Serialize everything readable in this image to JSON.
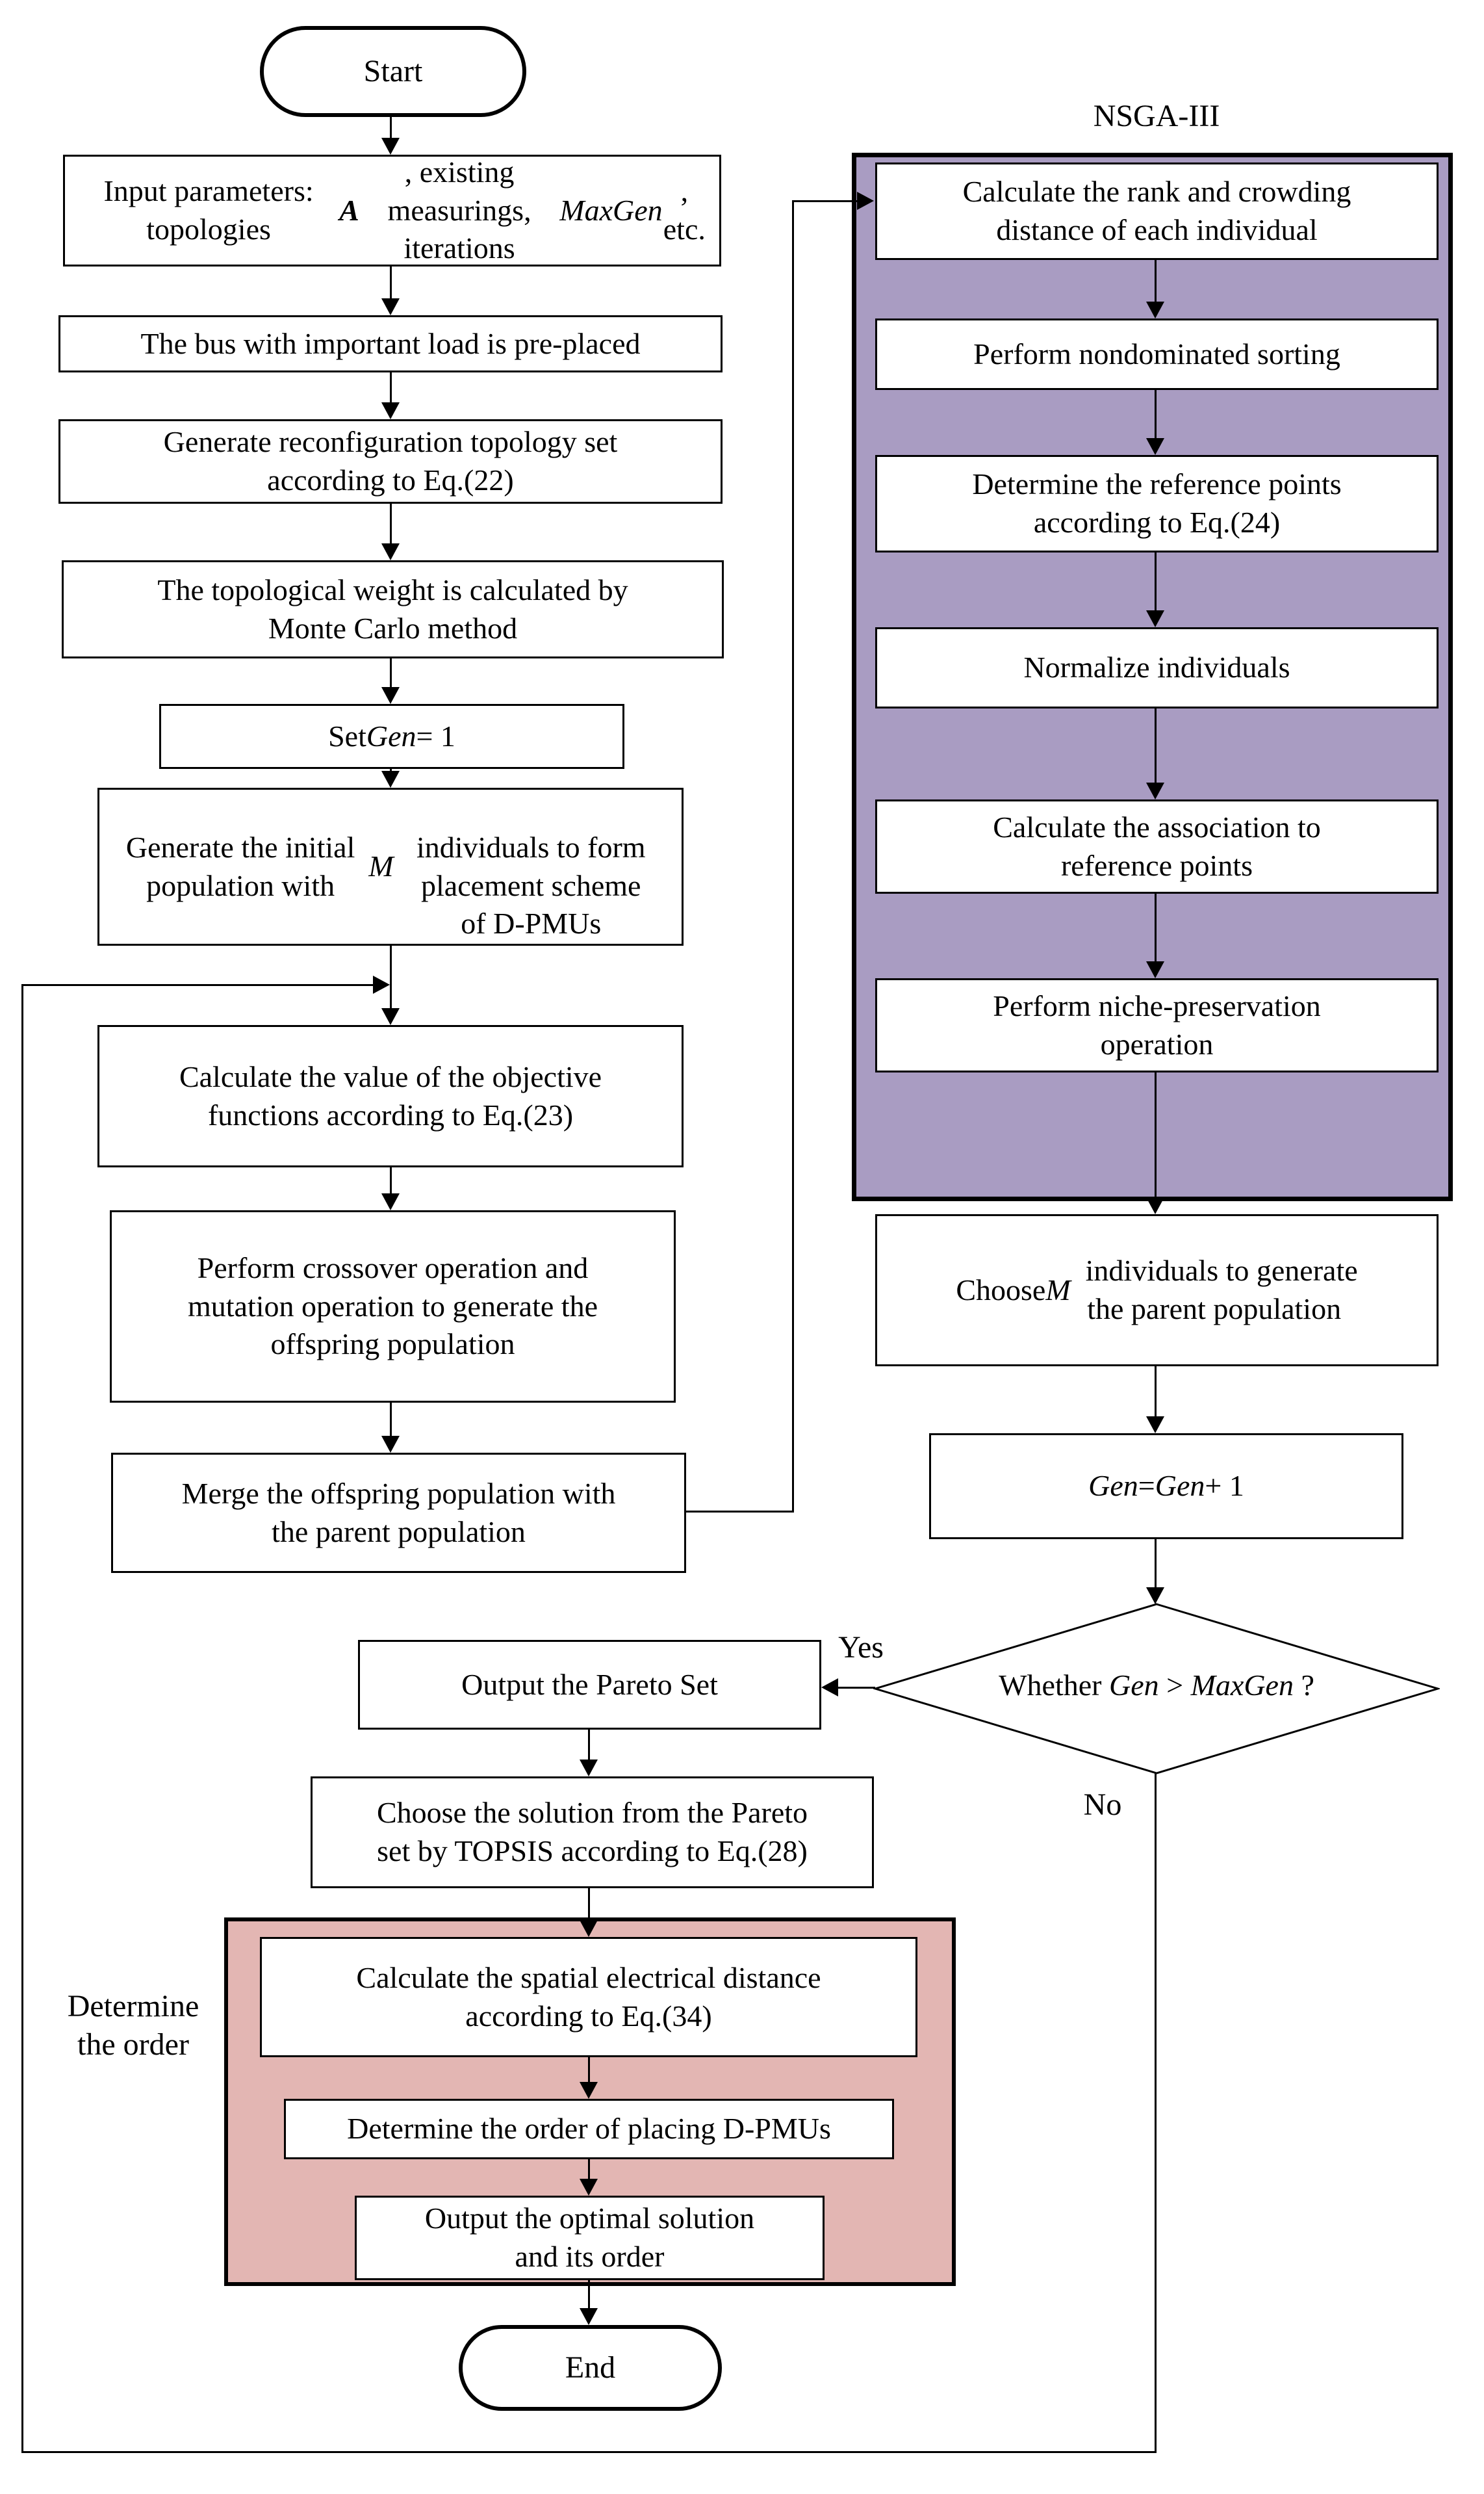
{
  "palette": {
    "purple": "#a99cc2",
    "pink": "#e3b6b3",
    "line": "#000000",
    "boxfill": "#ffffff"
  },
  "nodes": {
    "start": "Start",
    "input": [
      {
        "text": "Input parameters: topologies "
      },
      {
        "text": "A",
        "style": "bi"
      },
      {
        "text": ", existing\nmeasurings, iterations "
      },
      {
        "text": "MaxGen",
        "style": "i"
      },
      {
        "text": ", etc."
      }
    ],
    "bus": "The bus with important load is pre-placed",
    "topology": "Generate reconfiguration topology set\naccording to Eq.(22)",
    "monte": "The topological weight is calculated by\nMonte Carlo method",
    "setgen": [
      {
        "text": "Set "
      },
      {
        "text": "Gen",
        "style": "i"
      },
      {
        "text": " = 1"
      }
    ],
    "initpop": [
      {
        "text": "Generate the initial population with "
      },
      {
        "text": "M",
        "style": "i"
      },
      {
        "text": "\nindividuals to form placement scheme\nof D-PMUs"
      }
    ],
    "objective": "Calculate the value of the objective\nfunctions according to Eq.(23)",
    "crossover": "Perform crossover operation and\nmutation operation to generate the\noffspring population",
    "merge": "Merge the offspring population with\nthe parent population",
    "nsga_title": "NSGA-III",
    "nsga_steps": [
      "Calculate the rank and crowding\ndistance of each individual",
      "Perform nondominated sorting",
      "Determine the reference points\naccording to Eq.(24)",
      "Normalize individuals",
      "Calculate the association to\nreference points",
      "Perform niche-preservation\noperation"
    ],
    "choose": [
      {
        "text": "Choose "
      },
      {
        "text": "M",
        "style": "i"
      },
      {
        "text": "  individuals to generate\nthe parent population"
      }
    ],
    "gen_inc": [
      {
        "text": "Gen",
        "style": "i"
      },
      {
        "text": " = "
      },
      {
        "text": "Gen",
        "style": "i"
      },
      {
        "text": " + 1"
      }
    ],
    "decision": [
      {
        "text": "Whether "
      },
      {
        "text": "Gen",
        "style": "i"
      },
      {
        "text": " > "
      },
      {
        "text": "MaxGen",
        "style": "i"
      },
      {
        "text": " ?"
      }
    ],
    "yes": "Yes",
    "no": "No",
    "pareto": "Output the Pareto Set",
    "topsis": "Choose the solution from the Pareto\nset by TOPSIS according to Eq.(28)",
    "spatial": "Calculate the spatial electrical distance\naccording to Eq.(34)",
    "order": "Determine the order of placing D-PMUs",
    "optimal": "Output the optimal solution\nand its order",
    "end": "End",
    "determine_label": "Determine\nthe order"
  }
}
